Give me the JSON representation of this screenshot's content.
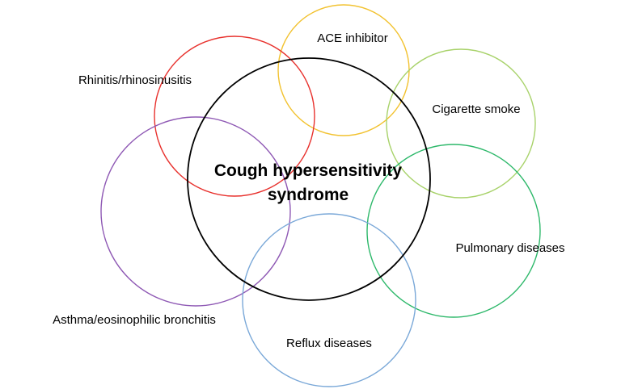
{
  "diagram": {
    "center": {
      "line1": "Cough hypersensitivity",
      "line2": "syndrome",
      "color": "#000000"
    },
    "factors": {
      "ace": {
        "label": "ACE inhibitor",
        "color": "#F2C230"
      },
      "rhinitis": {
        "label": "Rhinitis/rhinosinusitis",
        "color": "#E8322E"
      },
      "cigarette": {
        "label": "Cigarette smoke",
        "color": "#A8D26A"
      },
      "asthma": {
        "label": "Asthma/eosinophilic bronchitis",
        "color": "#8E58B4"
      },
      "pulmonary": {
        "label": "Pulmonary diseases",
        "color": "#2DB86A"
      },
      "reflux": {
        "label": "Reflux diseases",
        "color": "#7AA8D8"
      }
    }
  }
}
